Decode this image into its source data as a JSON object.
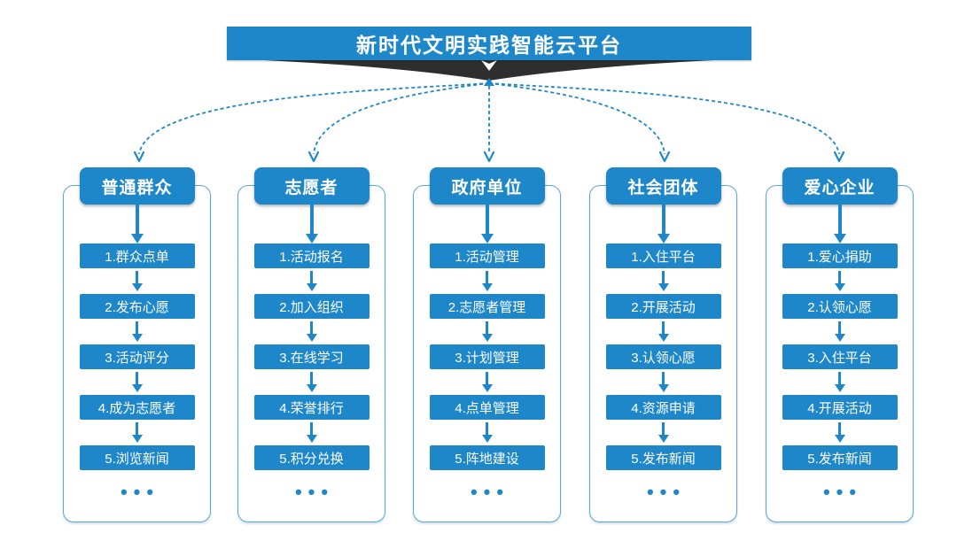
{
  "title": "新时代文明实践智能云平台",
  "ellipsis": "•••",
  "colors": {
    "primary_blue": "#1E87C9",
    "panel_outline_blue": "#58A7D8",
    "banner_chevron_dark": "#2E2E2E",
    "background": "#FFFFFF",
    "text_on_blue": "#FFFFFF"
  },
  "columns": [
    {
      "header": "普通群众",
      "items": [
        "1.群众点单",
        "2.发布心愿",
        "3.活动评分",
        "4.成为志愿者",
        "5.浏览新闻"
      ]
    },
    {
      "header": "志愿者",
      "items": [
        "1.活动报名",
        "2.加入组织",
        "3.在线学习",
        "4.荣誉排行",
        "5.积分兑换"
      ]
    },
    {
      "header": "政府单位",
      "items": [
        "1.活动管理",
        "2.志愿者管理",
        "3.计划管理",
        "4.点单管理",
        "5.阵地建设"
      ]
    },
    {
      "header": "社会团体",
      "items": [
        "1.入住平台",
        "2.开展活动",
        "3.认领心愿",
        "4.资源申请",
        "5.发布新闻"
      ]
    },
    {
      "header": "爱心企业",
      "items": [
        "1.爱心捐助",
        "2.认领心愿",
        "3.入住平台",
        "4.开展活动",
        "5.发布新闻"
      ]
    }
  ]
}
